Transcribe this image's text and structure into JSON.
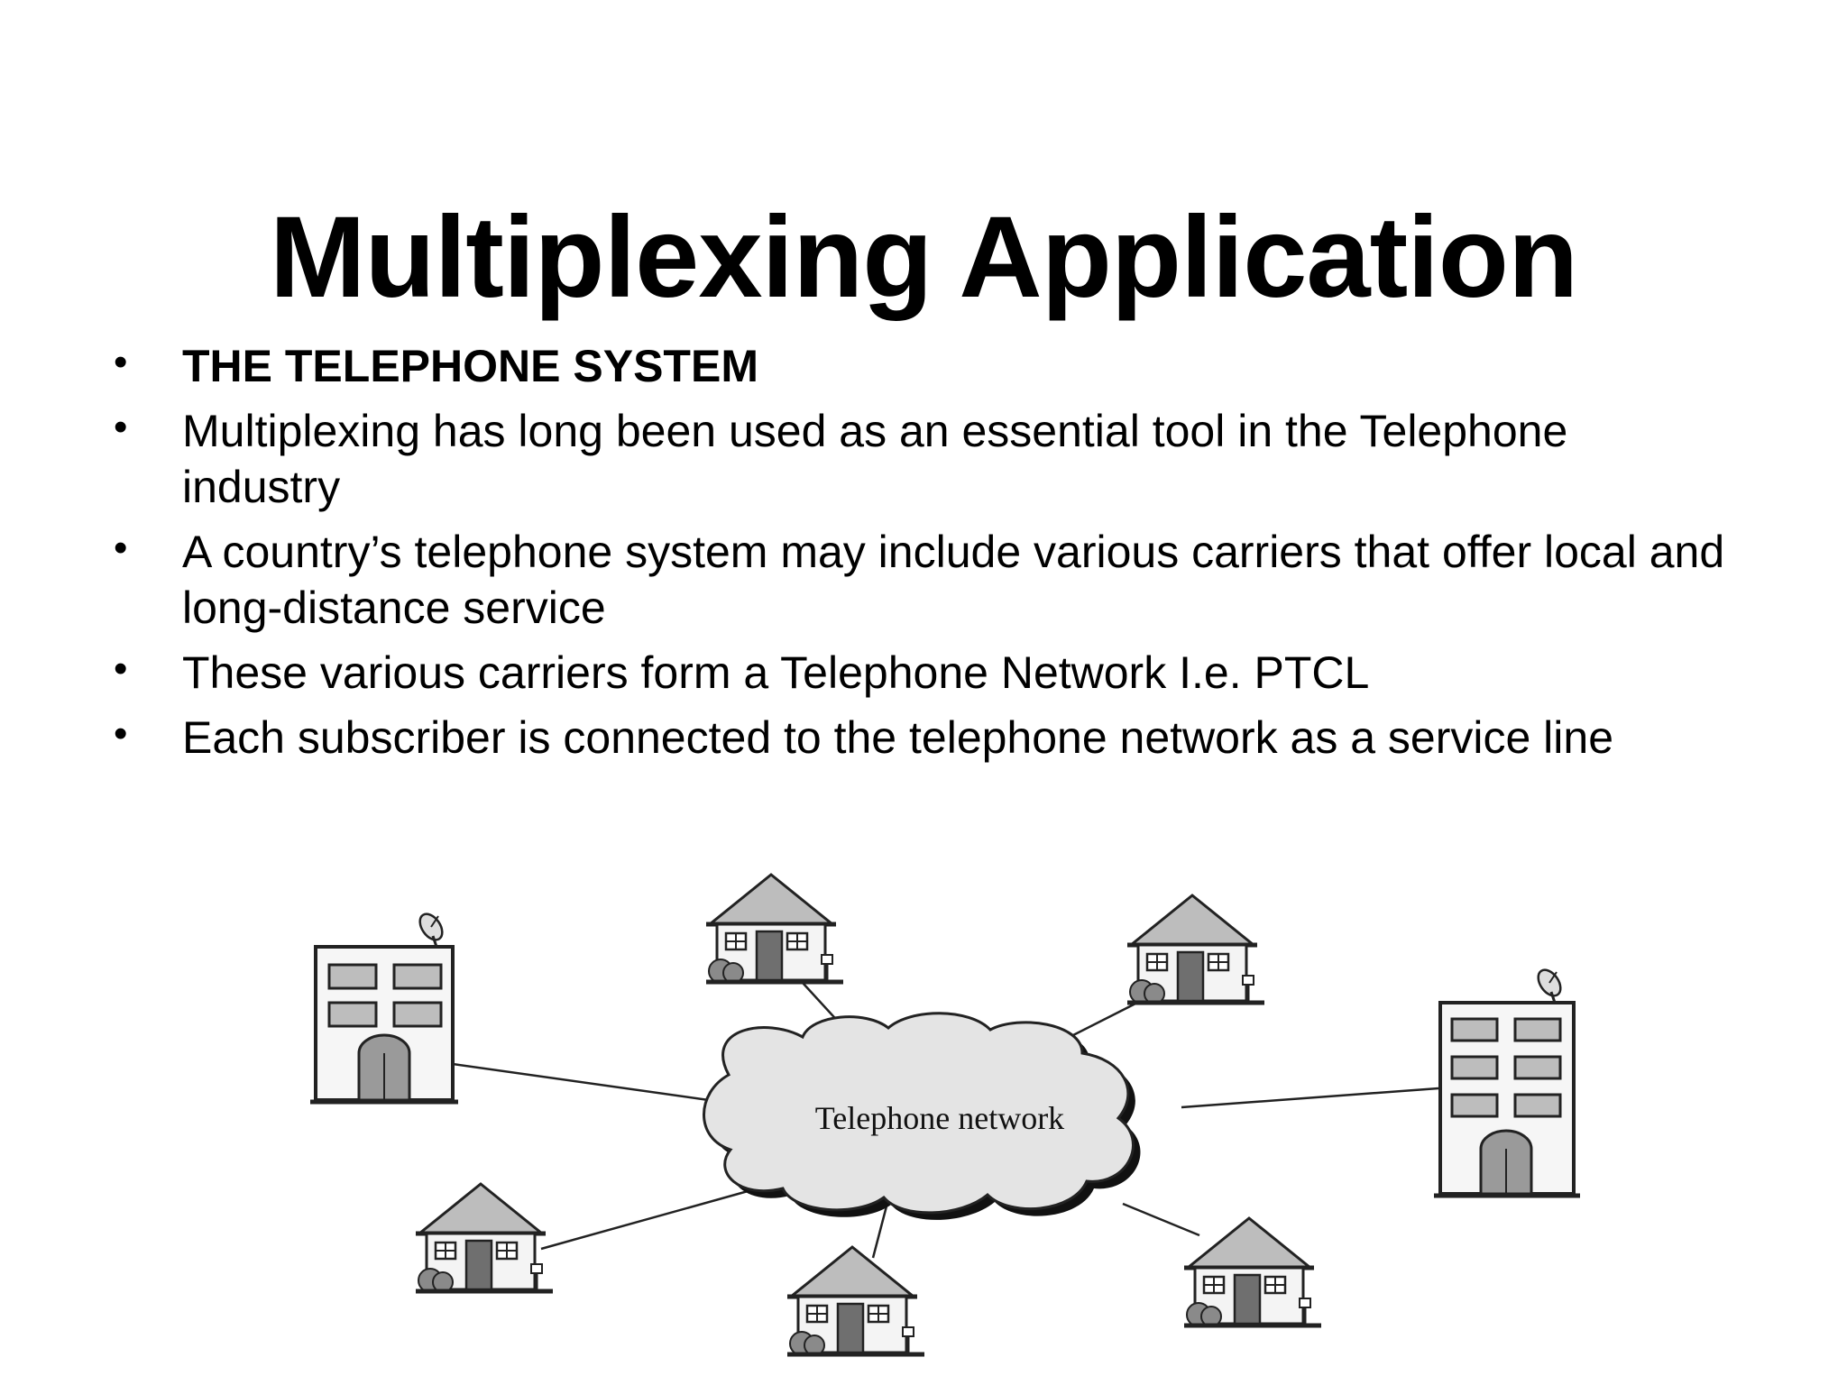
{
  "slide": {
    "title": "Multiplexing Application",
    "bullets": [
      "THE TELEPHONE SYSTEM",
      "Multiplexing has long been used as an essential tool in the Telephone industry",
      "A country’s telephone system may include various carriers that offer local and long-distance service",
      "These various carriers form a Telephone Network I.e. PTCL",
      "Each subscriber is connected to the telephone network as a service line"
    ],
    "bullet_glyph": "•"
  },
  "diagram": {
    "cloud_label": "Telephone network",
    "icons": [
      "office-building-icon",
      "house-icon",
      "satellite-dish-icon",
      "cloud-icon"
    ]
  }
}
